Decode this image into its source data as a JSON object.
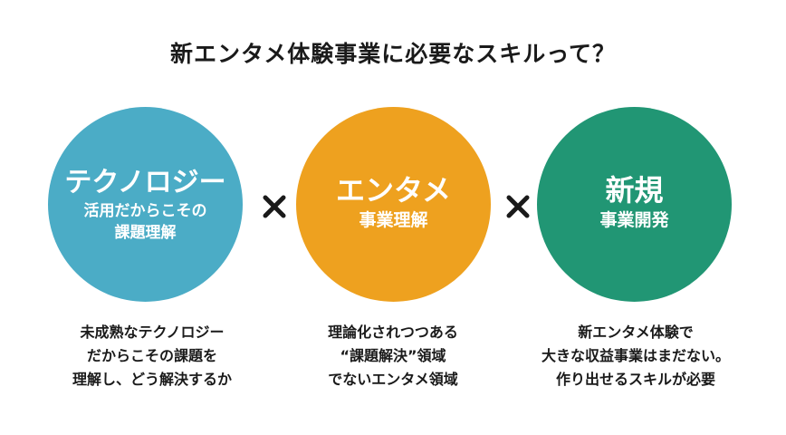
{
  "title": "新エンタメ体験事業に必要なスキルって？",
  "colors": {
    "circle1": "#4bacc6",
    "circle2": "#eea11f",
    "circle3": "#219674",
    "times": "#1a1a1a"
  },
  "circles": [
    {
      "main": "テクノロジー",
      "sub_lines": [
        "活用だからこその",
        "課題理解"
      ]
    },
    {
      "main": "エンタメ",
      "sub_lines": [
        "事業理解"
      ]
    },
    {
      "main": "新規",
      "sub_lines": [
        "事業開発"
      ]
    }
  ],
  "operator_icon": "times-icon",
  "descriptions": [
    {
      "lines": [
        "未成熟なテクノロジー",
        "だからこその課題を",
        "理解し、どう解決するか"
      ]
    },
    {
      "lines": [
        "理論化されつつある",
        "“課題解決”領域",
        "でないエンタメ領域"
      ]
    },
    {
      "lines": [
        "新エンタメ体験で",
        "大きな収益事業はまだない。",
        "作り出せるスキルが必要"
      ]
    }
  ]
}
